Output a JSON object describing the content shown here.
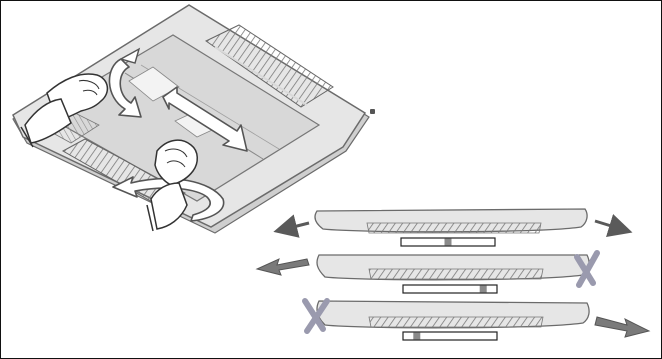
{
  "diagram": {
    "colors": {
      "panel_fill": "#e3e3e3",
      "panel_edge": "#6b6b6b",
      "grille": "#707070",
      "arrow": "#5a5a5a",
      "cross": "#9a9aae",
      "bar_outline": "#222222",
      "background": "#ffffff"
    },
    "icons": {
      "hands": "hand-icon",
      "rotate": "rotate-arrow-icon",
      "slide": "double-arrow-icon",
      "blocked": "cross-icon"
    },
    "steps": [
      {
        "slider_position": 0.5,
        "arrows": "both",
        "blocked_side": "none"
      },
      {
        "slider_position": 0.9,
        "arrows": "left",
        "blocked_side": "right"
      },
      {
        "slider_position": 0.1,
        "arrows": "right",
        "blocked_side": "left"
      }
    ]
  }
}
